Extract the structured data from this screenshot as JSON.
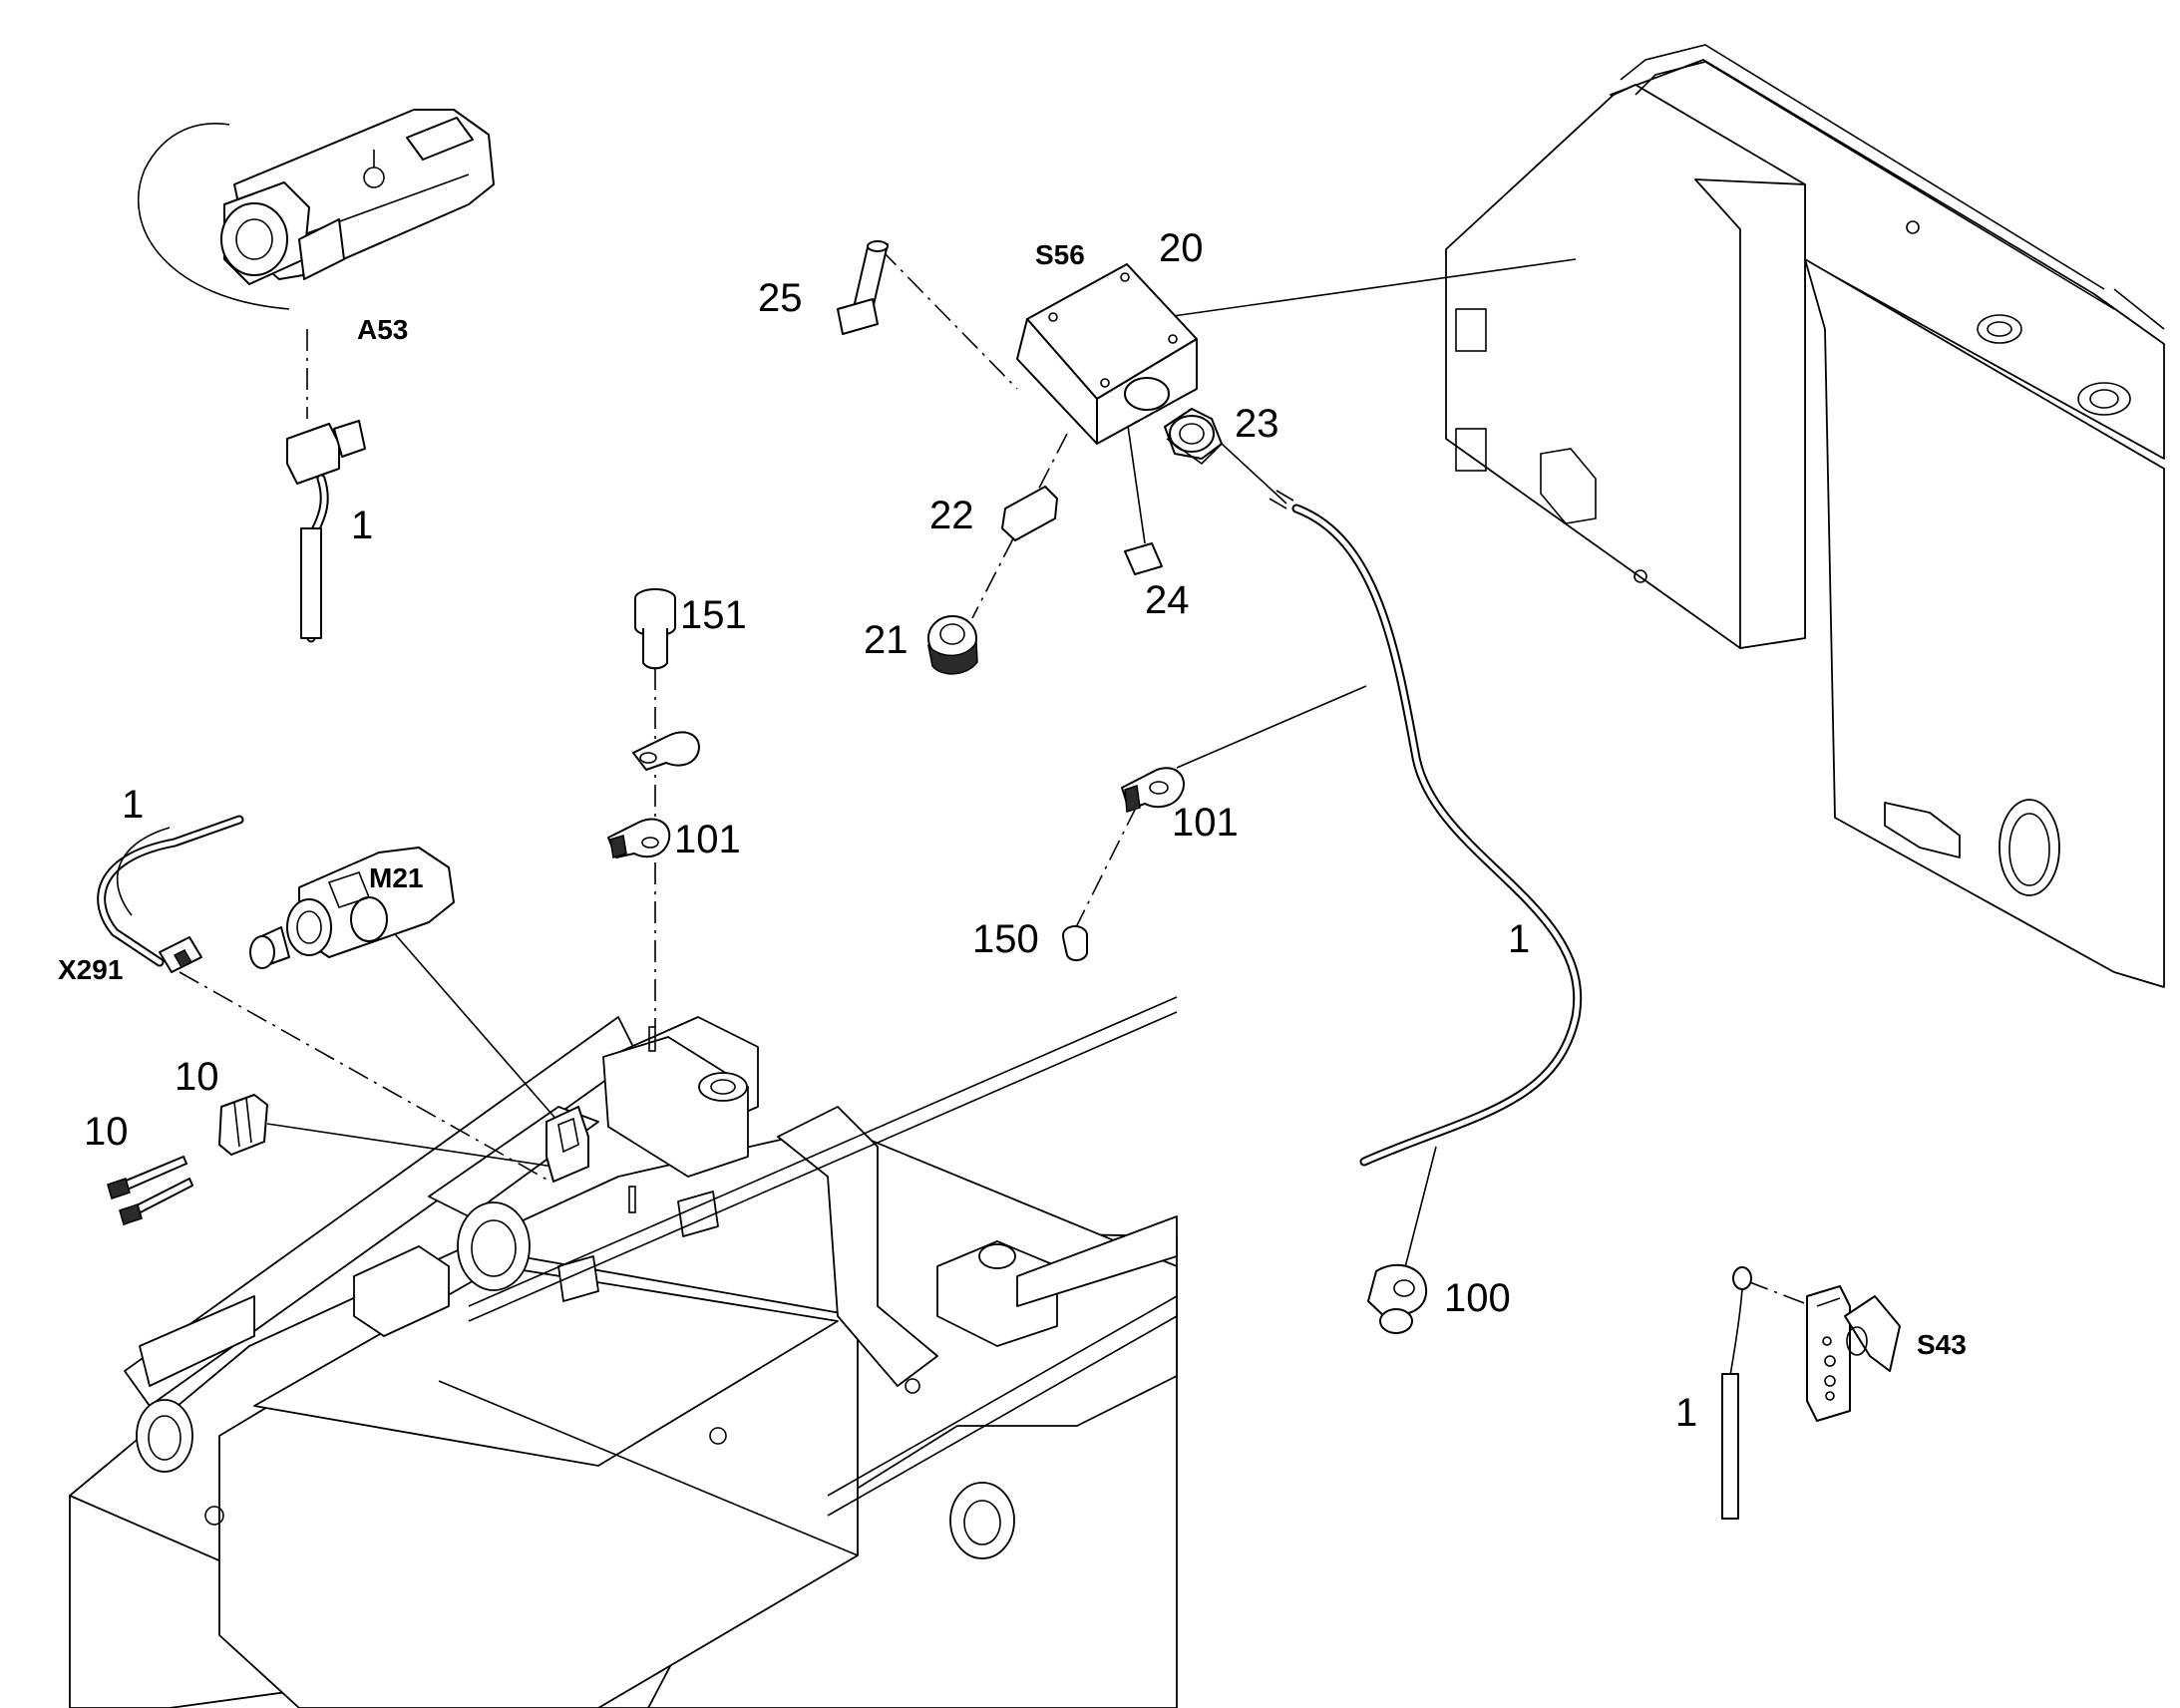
{
  "labels": {
    "a53": "A53",
    "s56": "S56",
    "m21": "M21",
    "x291": "X291",
    "s43": "S43",
    "p1_a53": "1",
    "p1_x291": "1",
    "p1_cable": "1",
    "p1_s43": "1",
    "p10_top": "10",
    "p10_left": "10",
    "p20": "20",
    "p21": "21",
    "p22": "22",
    "p23": "23",
    "p24": "24",
    "p25": "25",
    "p100": "100",
    "p101_left": "101",
    "p101_right": "101",
    "p150": "150",
    "p151": "151"
  },
  "colors": {
    "line": "#000000",
    "background": "#ffffff"
  }
}
